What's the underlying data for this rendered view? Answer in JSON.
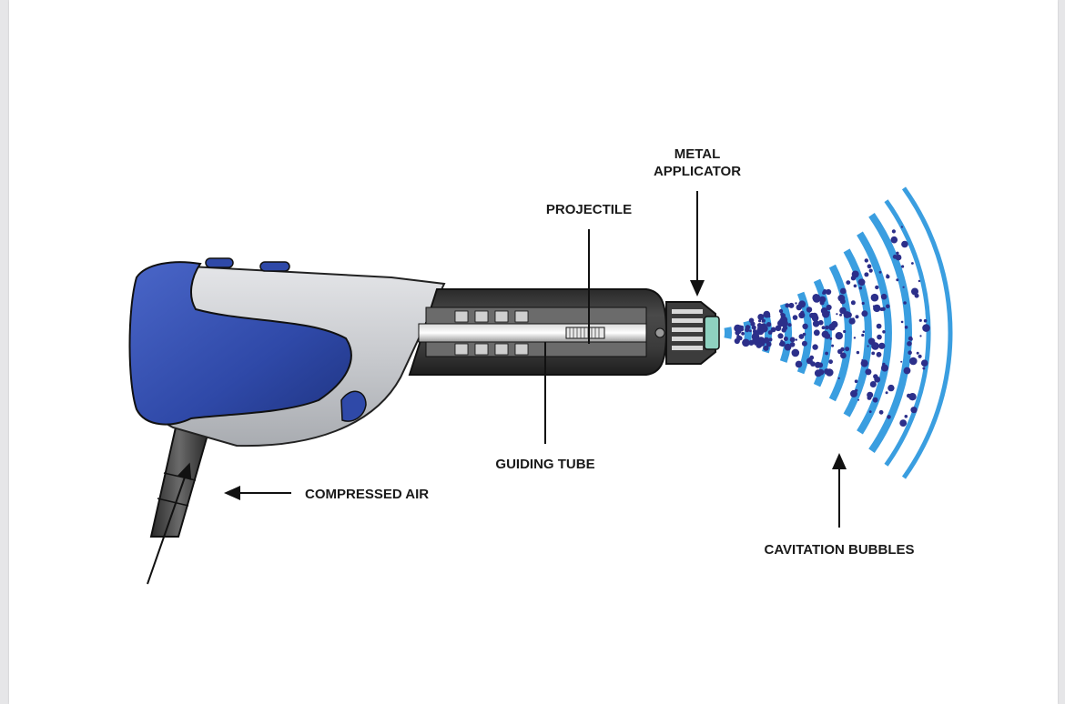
{
  "labels": {
    "metal_applicator_line1": "METAL",
    "metal_applicator_line2": "APPLICATOR",
    "projectile": "PROJECTILE",
    "guiding_tube": "GUIDING TUBE",
    "compressed_air": "COMPRESSED AIR",
    "cavitation_bubbles": "CAVITATION BUBBLES"
  },
  "colors": {
    "handle_blue": "#2f49a8",
    "wave_blue": "#3a9ee0",
    "bubble_blue": "#2c2f8a",
    "body_grey": "#c9cbcf",
    "tube_dark": "#3a3a3a"
  }
}
